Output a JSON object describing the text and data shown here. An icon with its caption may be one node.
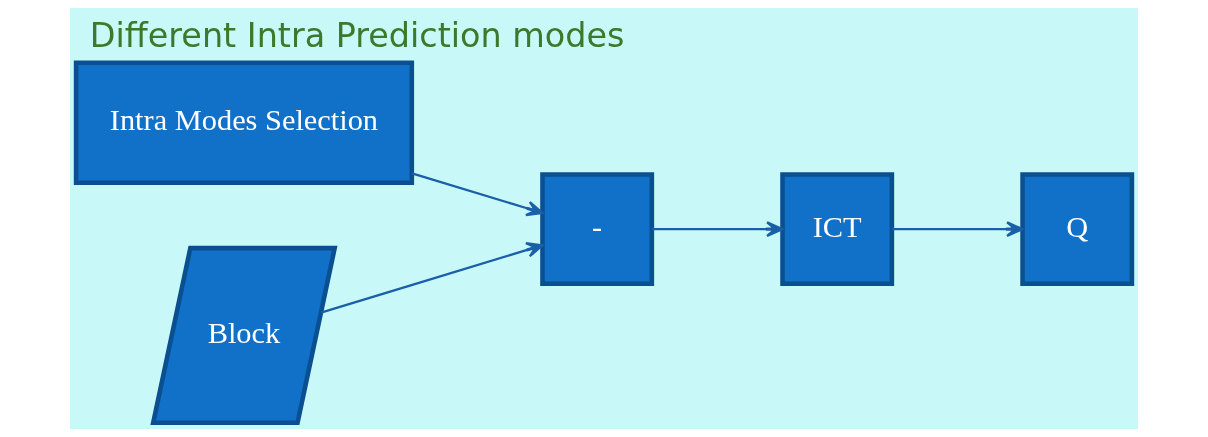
{
  "diagram": {
    "title": "Different Intra Prediction modes",
    "nodes": [
      {
        "text": [
          "Intra Modes Selection"
        ]
      },
      {
        "text": [
          "Block"
        ]
      },
      {
        "text": [
          "-"
        ]
      },
      {
        "text": [
          "ICT"
        ]
      },
      {
        "text": [
          "Q"
        ]
      }
    ],
    "edges": [
      {
        "from": 0,
        "to": 2,
        "arrow": "to"
      },
      {
        "from": 1,
        "to": 2,
        "arrow": "to"
      },
      {
        "from": 2,
        "to": 3,
        "arrow": "to"
      },
      {
        "from": 3,
        "to": 4,
        "arrow": "to"
      }
    ]
  }
}
